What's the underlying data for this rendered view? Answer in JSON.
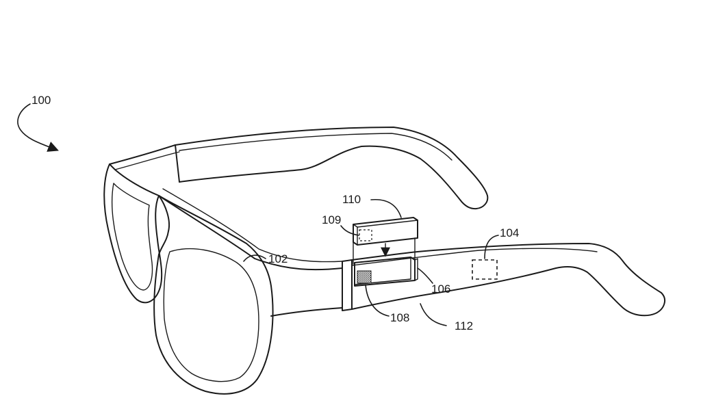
{
  "labels": {
    "device": "100",
    "frame": "102",
    "sensor": "104",
    "receptacle": "106",
    "module_contact": "108",
    "module_component": "109",
    "module": "110",
    "temple": "112"
  },
  "colors": {
    "line": "#1a1a1a",
    "background": "#ffffff",
    "hatch": "#555555"
  }
}
